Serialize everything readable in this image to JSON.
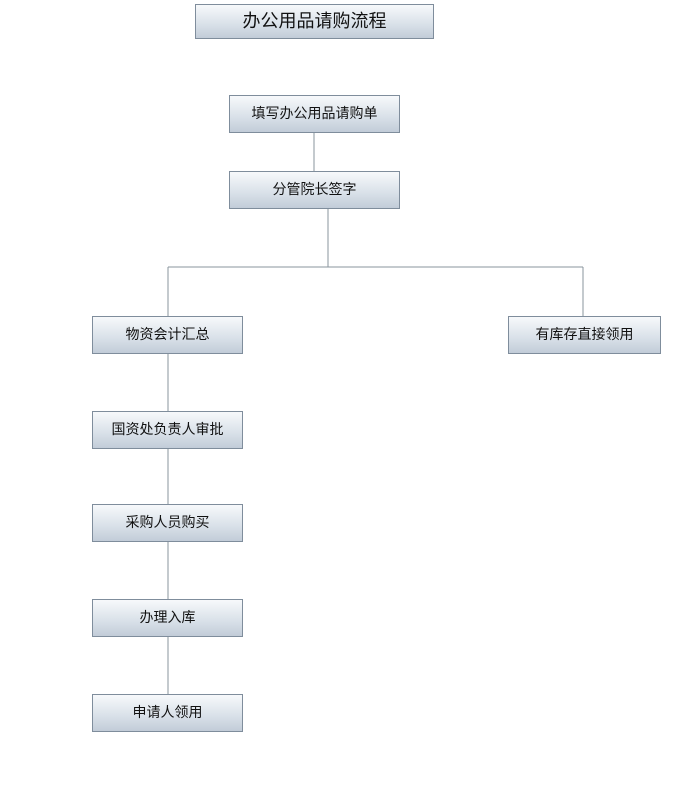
{
  "title": "办公用品请购流程",
  "steps": {
    "fill_form": "填写办公用品请购单",
    "dean_sign": "分管院长签字",
    "summary": "物资会计汇总",
    "direct_collect": "有库存直接领用",
    "approval": "国资处负责人审批",
    "purchase": "采购人员购买",
    "warehouse": "办理入库",
    "applicant_collect": "申请人领用"
  },
  "colors": {
    "box_border": "#7f8d9c",
    "box_gradient_top": "#f7f9fb",
    "box_gradient_bottom": "#c2ccd8",
    "connector": "#8a949e"
  }
}
